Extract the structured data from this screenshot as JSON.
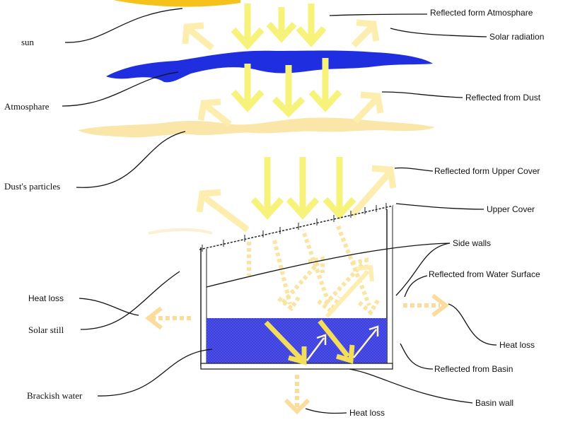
{
  "labels": {
    "sun": "sun",
    "atmosphere": "Atmosphare",
    "dust_particles": "Dust's particles",
    "heat_loss_left": "Heat loss",
    "solar_still": "Solar still",
    "brackish_water": "Brackish water",
    "reflected_atmosphere": "Reflected form Atmosphare",
    "solar_radiation": "Solar radiation",
    "reflected_dust": "Reflected from Dust",
    "reflected_upper_cover": "Reflected form Upper Cover",
    "upper_cover": "Upper Cover",
    "side_walls": "Side walls",
    "reflected_water_surface": "Reflected from Water Surface",
    "heat_loss_right": "Heat loss",
    "reflected_basin": "Reflected from Basin",
    "basin_wall": "Basin wall",
    "heat_loss_bottom": "Heat loss"
  },
  "colors": {
    "sun": "#f6c21a",
    "atmosphere": "#1f2fe0",
    "dust": "#fbe3a0",
    "radiation_arrow": "#f7f27a",
    "reflection_arrow": "#fdeeb0",
    "heat_loss_arrow": "#fbdc9c",
    "water": "#3b3fe0",
    "basin_arrow": "#f3de5a"
  }
}
